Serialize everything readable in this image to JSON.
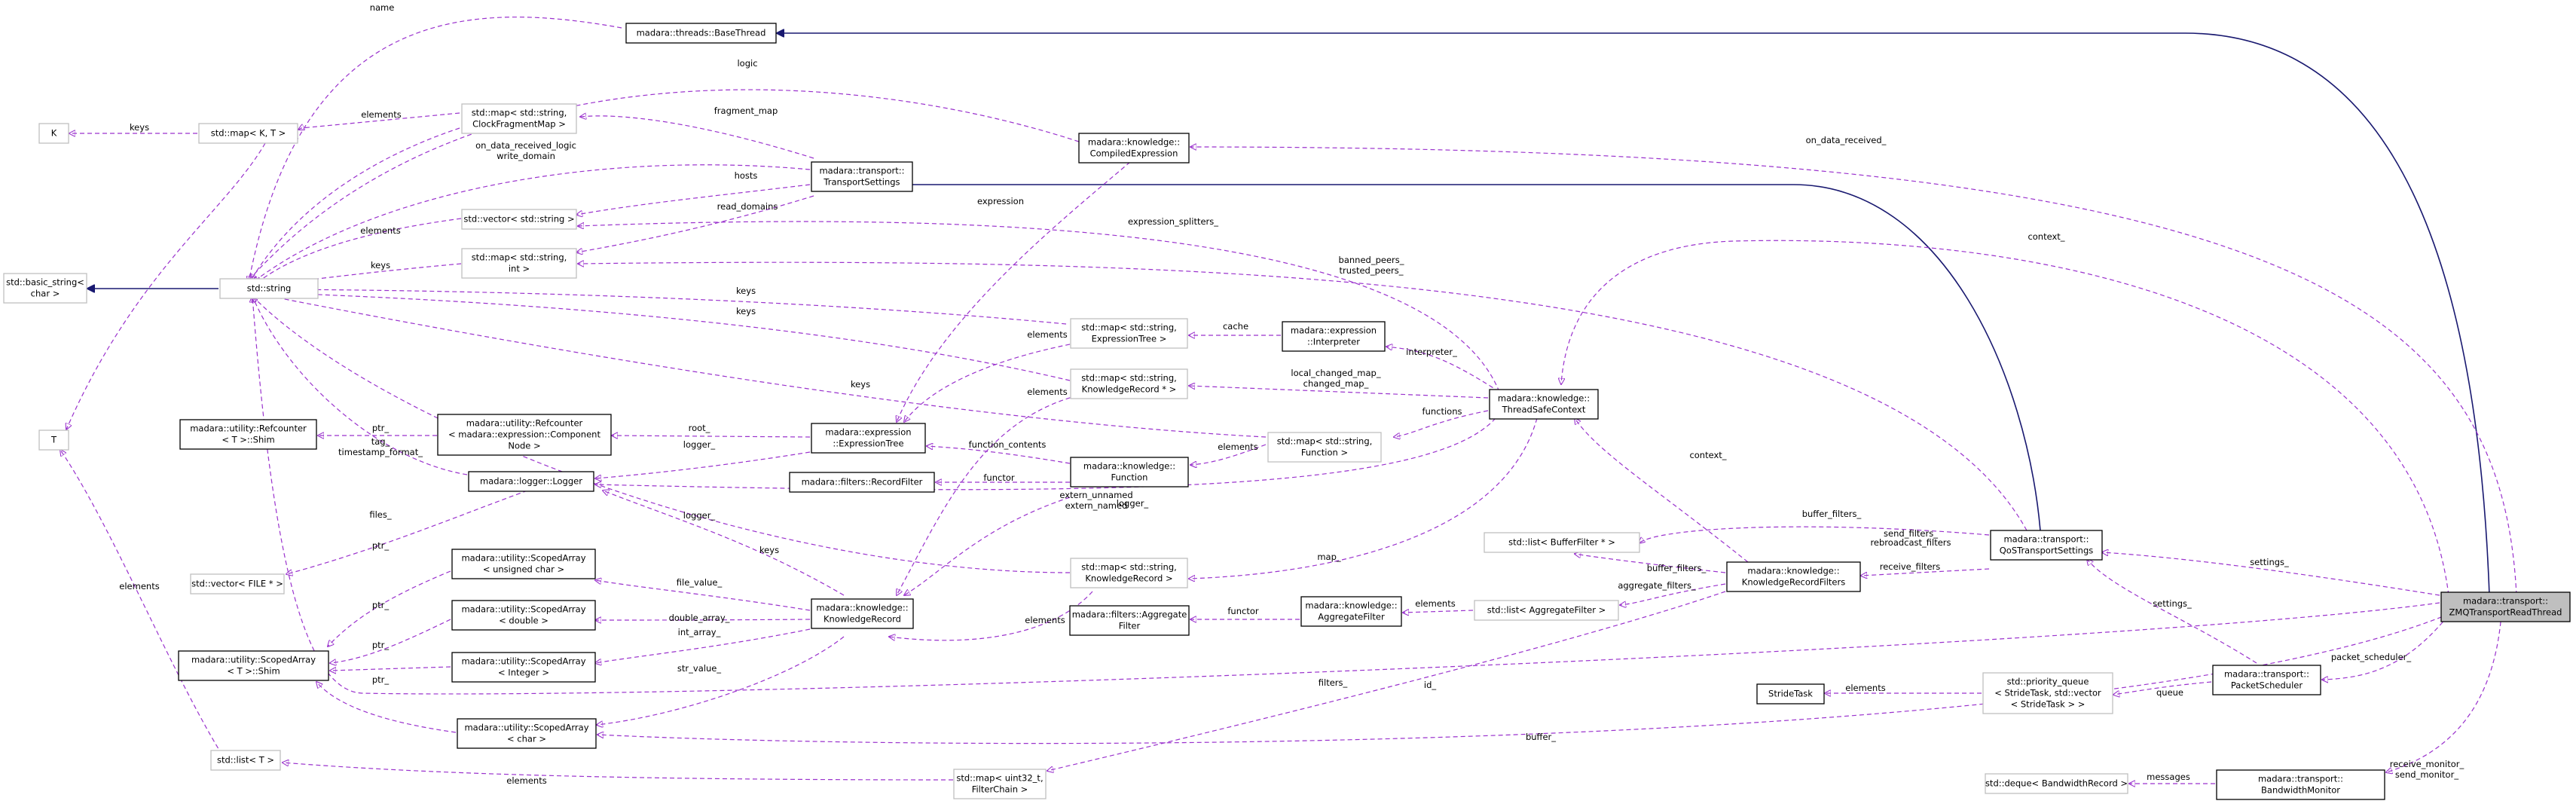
{
  "nodes": [
    {
      "id": "base_thread",
      "lines": [
        "madara::threads::BaseThread"
      ],
      "style": "strong"
    },
    {
      "id": "compiled_expr",
      "lines": [
        "madara::knowledge::",
        "CompiledExpression"
      ],
      "style": "strong"
    },
    {
      "id": "transport_settings",
      "lines": [
        "madara::transport::",
        "TransportSettings"
      ],
      "style": "strong"
    },
    {
      "id": "map_clockfrag",
      "lines": [
        "std::map< std::string,",
        "ClockFragmentMap >"
      ],
      "style": "weak"
    },
    {
      "id": "map_kt",
      "lines": [
        "std::map< K, T >"
      ],
      "style": "weak"
    },
    {
      "id": "k",
      "lines": [
        "K"
      ],
      "style": "weak"
    },
    {
      "id": "vec_string",
      "lines": [
        "std::vector< std::string >"
      ],
      "style": "weak"
    },
    {
      "id": "basic_string",
      "lines": [
        "std::basic_string<",
        "char >"
      ],
      "style": "weak"
    },
    {
      "id": "string",
      "lines": [
        "std::string"
      ],
      "style": "weak"
    },
    {
      "id": "map_int",
      "lines": [
        "std::map< std::string,",
        "int >"
      ],
      "style": "weak"
    },
    {
      "id": "map_exprtree",
      "lines": [
        "std::map< std::string,",
        "ExpressionTree >"
      ],
      "style": "weak"
    },
    {
      "id": "interpreter",
      "lines": [
        "madara::expression",
        "::Interpreter"
      ],
      "style": "strong"
    },
    {
      "id": "t",
      "lines": [
        "T"
      ],
      "style": "weak"
    },
    {
      "id": "refcounter_shim",
      "lines": [
        "madara::utility::Refcounter",
        "< T >::Shim"
      ],
      "style": "strong"
    },
    {
      "id": "refcounter_compnode",
      "lines": [
        "madara::utility::Refcounter",
        "< madara::expression::Component",
        "Node >"
      ],
      "style": "strong"
    },
    {
      "id": "expression_tree",
      "lines": [
        "madara::expression",
        "::ExpressionTree"
      ],
      "style": "strong"
    },
    {
      "id": "map_kr_ptr",
      "lines": [
        "std::map< std::string,",
        "KnowledgeRecord * >"
      ],
      "style": "weak"
    },
    {
      "id": "thread_safe_ctx",
      "lines": [
        "madara::knowledge::",
        "ThreadSafeContext"
      ],
      "style": "strong"
    },
    {
      "id": "map_function",
      "lines": [
        "std::map< std::string,",
        "Function >"
      ],
      "style": "weak"
    },
    {
      "id": "logger",
      "lines": [
        "madara::logger::Logger"
      ],
      "style": "strong"
    },
    {
      "id": "record_filter",
      "lines": [
        "madara::filters::RecordFilter"
      ],
      "style": "strong"
    },
    {
      "id": "kfunction",
      "lines": [
        "madara::knowledge::",
        "Function"
      ],
      "style": "strong"
    },
    {
      "id": "vec_file",
      "lines": [
        "std::vector< FILE * >"
      ],
      "style": "weak"
    },
    {
      "id": "list_buffer_filter",
      "lines": [
        "std::list< BufferFilter * >"
      ],
      "style": "weak"
    },
    {
      "id": "qos_settings",
      "lines": [
        "madara::transport::",
        "QoSTransportSettings"
      ],
      "style": "strong"
    },
    {
      "id": "scoped_uchar",
      "lines": [
        "madara::utility::ScopedArray",
        "< unsigned char >"
      ],
      "style": "strong"
    },
    {
      "id": "map_kr",
      "lines": [
        "std::map< std::string,",
        "KnowledgeRecord >"
      ],
      "style": "weak"
    },
    {
      "id": "krf",
      "lines": [
        "madara::knowledge::",
        "KnowledgeRecordFilters"
      ],
      "style": "strong"
    },
    {
      "id": "scoped_double",
      "lines": [
        "madara::utility::ScopedArray",
        "< double >"
      ],
      "style": "strong"
    },
    {
      "id": "knowledge_record",
      "lines": [
        "madara::knowledge::",
        "KnowledgeRecord"
      ],
      "style": "strong"
    },
    {
      "id": "filters_aggregate",
      "lines": [
        "madara::filters::Aggregate",
        "Filter"
      ],
      "style": "strong"
    },
    {
      "id": "k_aggregate",
      "lines": [
        "madara::knowledge::",
        "AggregateFilter"
      ],
      "style": "strong"
    },
    {
      "id": "list_aggregate",
      "lines": [
        "std::list< AggregateFilter >"
      ],
      "style": "weak"
    },
    {
      "id": "zmq",
      "lines": [
        "madara::transport::",
        "ZMQTransportReadThread"
      ],
      "style": "focus"
    },
    {
      "id": "scoped_shim",
      "lines": [
        "madara::utility::ScopedArray",
        "< T >::Shim"
      ],
      "style": "strong"
    },
    {
      "id": "scoped_integer",
      "lines": [
        "madara::utility::ScopedArray",
        "< Integer >"
      ],
      "style": "strong"
    },
    {
      "id": "stride_task",
      "lines": [
        "StrideTask"
      ],
      "style": "strong"
    },
    {
      "id": "priority_queue",
      "lines": [
        "std::priority_queue",
        "< StrideTask, std::vector",
        "< StrideTask > >"
      ],
      "style": "weak"
    },
    {
      "id": "packet_scheduler",
      "lines": [
        "madara::transport::",
        "PacketScheduler"
      ],
      "style": "strong"
    },
    {
      "id": "list_t",
      "lines": [
        "std::list< T >"
      ],
      "style": "weak"
    },
    {
      "id": "scoped_char",
      "lines": [
        "madara::utility::ScopedArray",
        "< char >"
      ],
      "style": "strong"
    },
    {
      "id": "map_filterchain",
      "lines": [
        "std::map< uint32_t,",
        "FilterChain >"
      ],
      "style": "weak"
    },
    {
      "id": "deque_bw",
      "lines": [
        "std::deque< BandwidthRecord >"
      ],
      "style": "weak"
    },
    {
      "id": "bw_monitor",
      "lines": [
        "madara::transport::",
        "BandwidthMonitor"
      ],
      "style": "strong"
    }
  ],
  "edge_labels": [
    "name",
    "logic",
    "elements",
    "keys",
    "fragment_map",
    "on_data_received_logic",
    "write_domain",
    "hosts",
    "elements",
    "read_domains",
    "keys",
    "expression",
    "expression_splitters_",
    "context_",
    "banned_peers_",
    "trusted_peers_",
    "keys",
    "keys",
    "cache",
    "elements",
    "interpreter_",
    "elements",
    "local_changed_map_",
    "changed_map_",
    "keys",
    "ptr_",
    "root_",
    "tag_",
    "timestamp_format_",
    "logger_",
    "functions",
    "function_contents",
    "elements",
    "functor",
    "extern_unnamed",
    "extern_named",
    "logger_",
    "files_",
    "logger_",
    "buffer_filters_",
    "send_filters_",
    "rebroadcast_filters",
    "keys",
    "receive_filters",
    "buffer_filters_",
    "context_",
    "map_",
    "ptr_",
    "file_value_",
    "elements",
    "functor",
    "elements",
    "aggregate_filters_",
    "settings_",
    "double_array_",
    "int_array_",
    "ptr_",
    "ptr_",
    "ptr_",
    "str_value_",
    "filters_",
    "id_",
    "elements",
    "queue",
    "packet_scheduler_",
    "settings_",
    "buffer_",
    "elements",
    "elements",
    "messages",
    "receive_monitor_",
    "send_monitor_",
    "on_data_received_"
  ]
}
